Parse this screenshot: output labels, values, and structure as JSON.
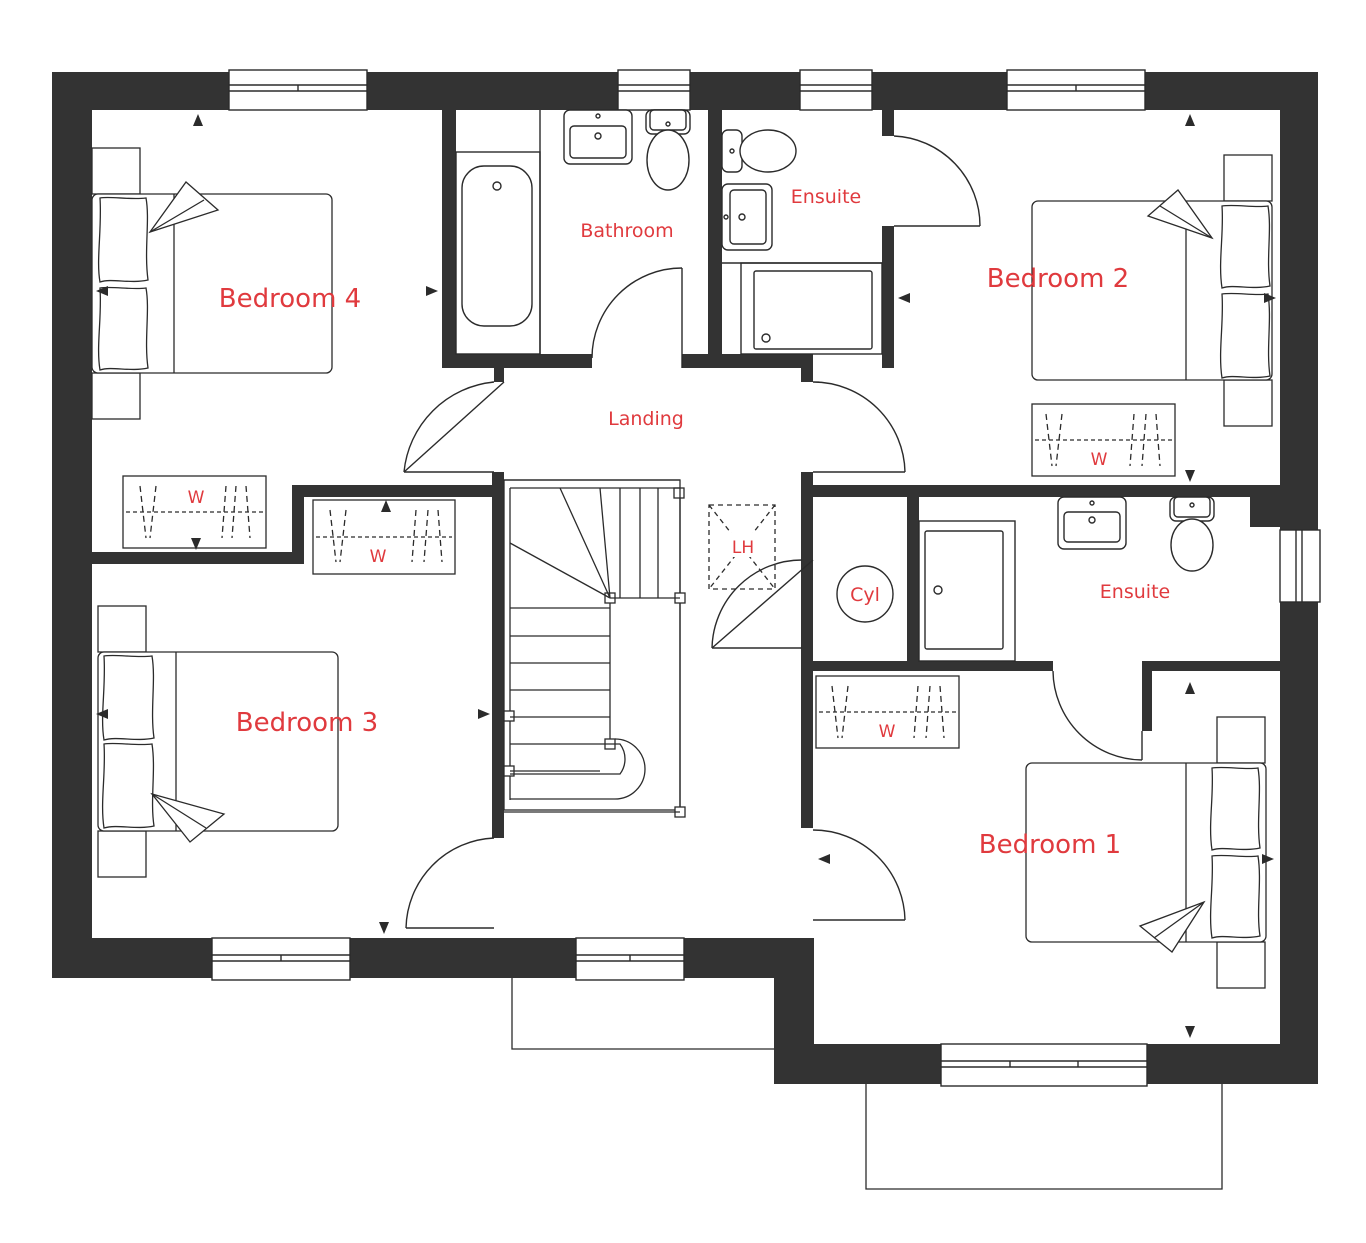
{
  "colors": {
    "wall": "#333333",
    "line": "#2b2b2b",
    "label": "#e03a3e",
    "background": "#ffffff"
  },
  "rooms": {
    "bedroom1": "Bedroom 1",
    "bedroom2": "Bedroom 2",
    "bedroom3": "Bedroom 3",
    "bedroom4": "Bedroom 4",
    "bathroom": "Bathroom",
    "ensuite_top": "Ensuite",
    "ensuite_bottom": "Ensuite",
    "landing": "Landing"
  },
  "fixtures": {
    "cylinder": "Cyl",
    "loft_hatch": "LH",
    "wardrobe": "W"
  },
  "icons": [
    "bed-icon",
    "wardrobe-icon",
    "toilet-icon",
    "basin-icon",
    "bath-icon",
    "shower-tray-icon",
    "door-swing-icon",
    "window-icon",
    "staircase-icon",
    "hot-water-cylinder-icon",
    "loft-hatch-icon",
    "dimension-arrow-icon"
  ]
}
